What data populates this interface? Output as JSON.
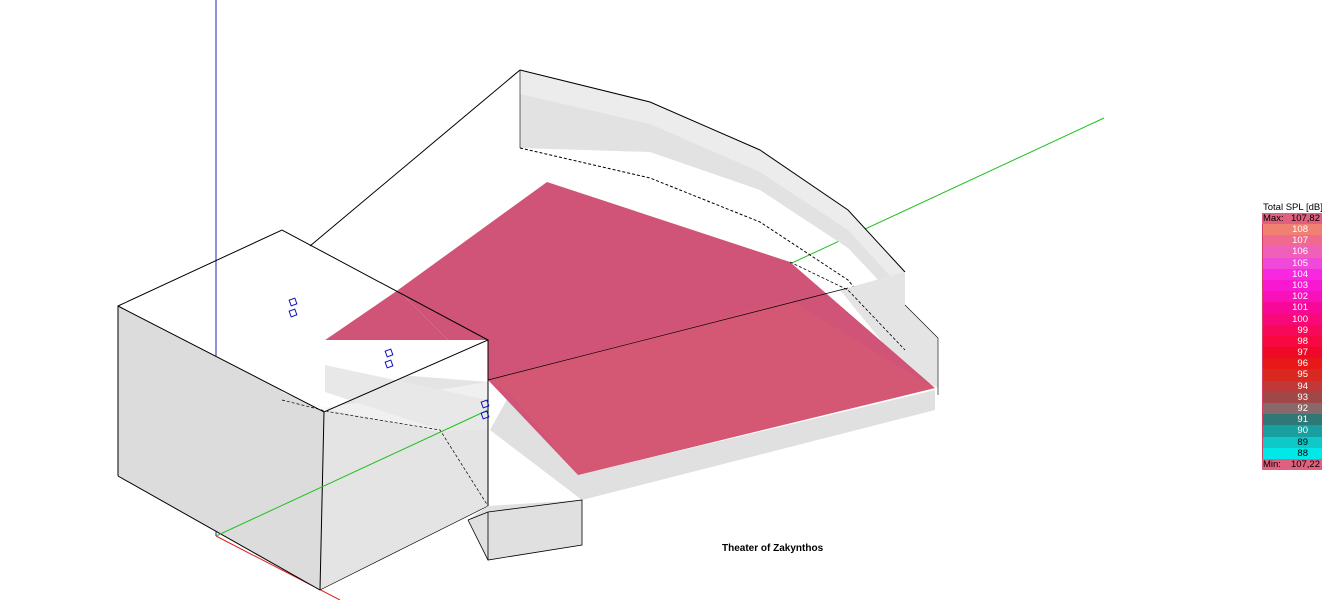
{
  "caption": "Theater of Zakynthos",
  "legend": {
    "title": "Total SPL [dB]",
    "max_label": "Max:",
    "max_value": "107,82",
    "min_label": "Min:",
    "min_value": "107,22",
    "levels": [
      {
        "label": "108",
        "color": "#f08070"
      },
      {
        "label": "107",
        "color": "#f06a90"
      },
      {
        "label": "106",
        "color": "#f060b8"
      },
      {
        "label": "105",
        "color": "#f048d8"
      },
      {
        "label": "104",
        "color": "#f828e0"
      },
      {
        "label": "103",
        "color": "#f818d0"
      },
      {
        "label": "102",
        "color": "#f810b8"
      },
      {
        "label": "101",
        "color": "#f80898"
      },
      {
        "label": "100",
        "color": "#f80878"
      },
      {
        "label": "99",
        "color": "#f80858"
      },
      {
        "label": "98",
        "color": "#f80840"
      },
      {
        "label": "97",
        "color": "#f00828"
      },
      {
        "label": "96",
        "color": "#e81818"
      },
      {
        "label": "95",
        "color": "#d82820"
      },
      {
        "label": "94",
        "color": "#c03838"
      },
      {
        "label": "93",
        "color": "#a04848"
      },
      {
        "label": "92",
        "color": "#886868"
      },
      {
        "label": "91",
        "color": "#307878"
      },
      {
        "label": "90",
        "color": "#18a0a0"
      },
      {
        "label": "89",
        "color": "#10c8c8"
      },
      {
        "label": "88",
        "color": "#00e8e8"
      }
    ]
  },
  "colors": {
    "spl_surface": "#d05478",
    "wall": "#e6e6e6",
    "edge": "#000000",
    "axis_x": "#e02020",
    "axis_y": "#20c020",
    "axis_z": "#2020c0",
    "source": "#1010c0"
  }
}
